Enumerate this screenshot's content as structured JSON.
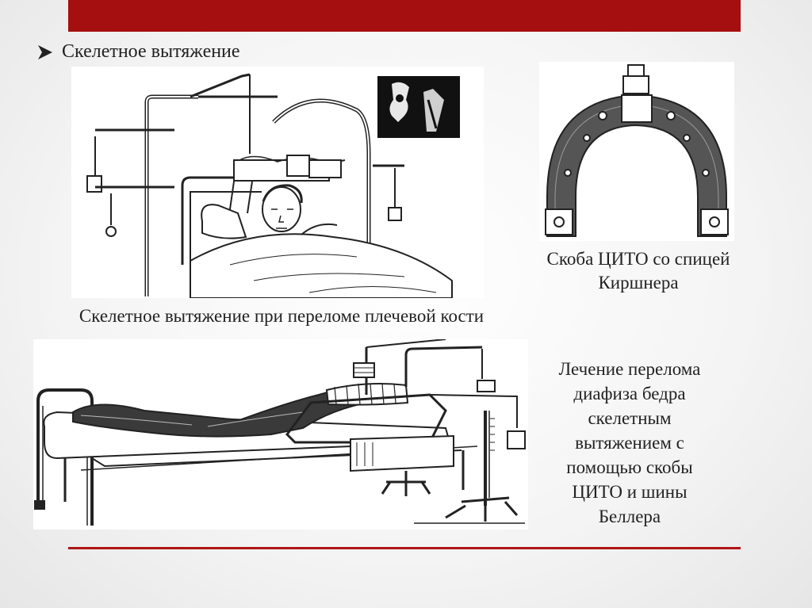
{
  "slide": {
    "heading": "Скелетное вытяжение",
    "colors": {
      "accent": "#a50f0f",
      "rule": "#b01515",
      "ink": "#222222"
    },
    "captions": {
      "humerus": "Скелетное вытяжение при переломе плечевой кости",
      "bracket_line1": "Скоба ЦИТО со спицей",
      "bracket_line2": "Киршнера",
      "femur_line1": "Лечение перелома",
      "femur_line2": "диафиза бедра",
      "femur_line3": "скелетным",
      "femur_line4": "вытяжением с",
      "femur_line5": "помощью скобы",
      "femur_line6": "ЦИТО и шины",
      "femur_line7": "Беллера"
    },
    "icons": {
      "bullet": "arrowhead-bullet-icon",
      "humerus_figure": "humerus-traction-illustration",
      "xray_figure": "xray-inset-image",
      "bracket_figure": "cito-bracket-illustration",
      "femur_figure": "femur-traction-illustration"
    }
  }
}
